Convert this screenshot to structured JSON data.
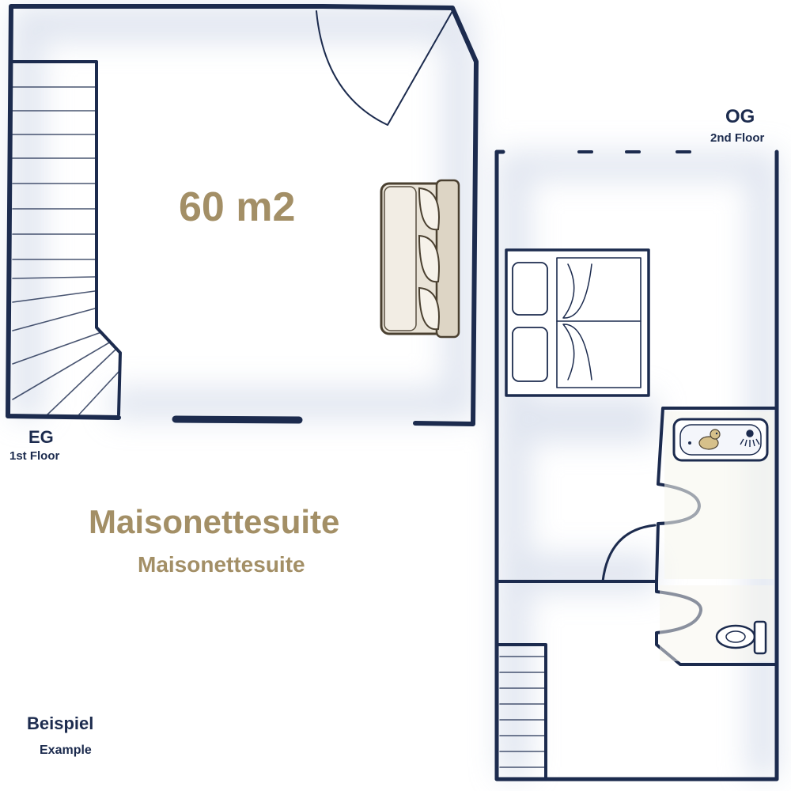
{
  "area": "60 m2",
  "lower_floor": {
    "code": "EG",
    "name": "1st Floor"
  },
  "upper_floor": {
    "code": "OG",
    "name": "2nd Floor"
  },
  "suite": {
    "title": "Maisonettesuite",
    "subtitle": "Maisonettesuite"
  },
  "sample": {
    "label": "Beispiel",
    "sublabel": "Example"
  },
  "colors": {
    "wall": "#1c2b4e",
    "accent_text": "#a38f66",
    "sofa_fill": "#e9e3d7",
    "sofa_stroke": "#4a4030",
    "shade": "#c8d1e4",
    "bath_floor": "#f7f6ee"
  },
  "icons": [
    "stairs",
    "door-swing",
    "sofa",
    "double-bed",
    "bathtub",
    "rubber-duck",
    "shower-head",
    "toilet"
  ]
}
